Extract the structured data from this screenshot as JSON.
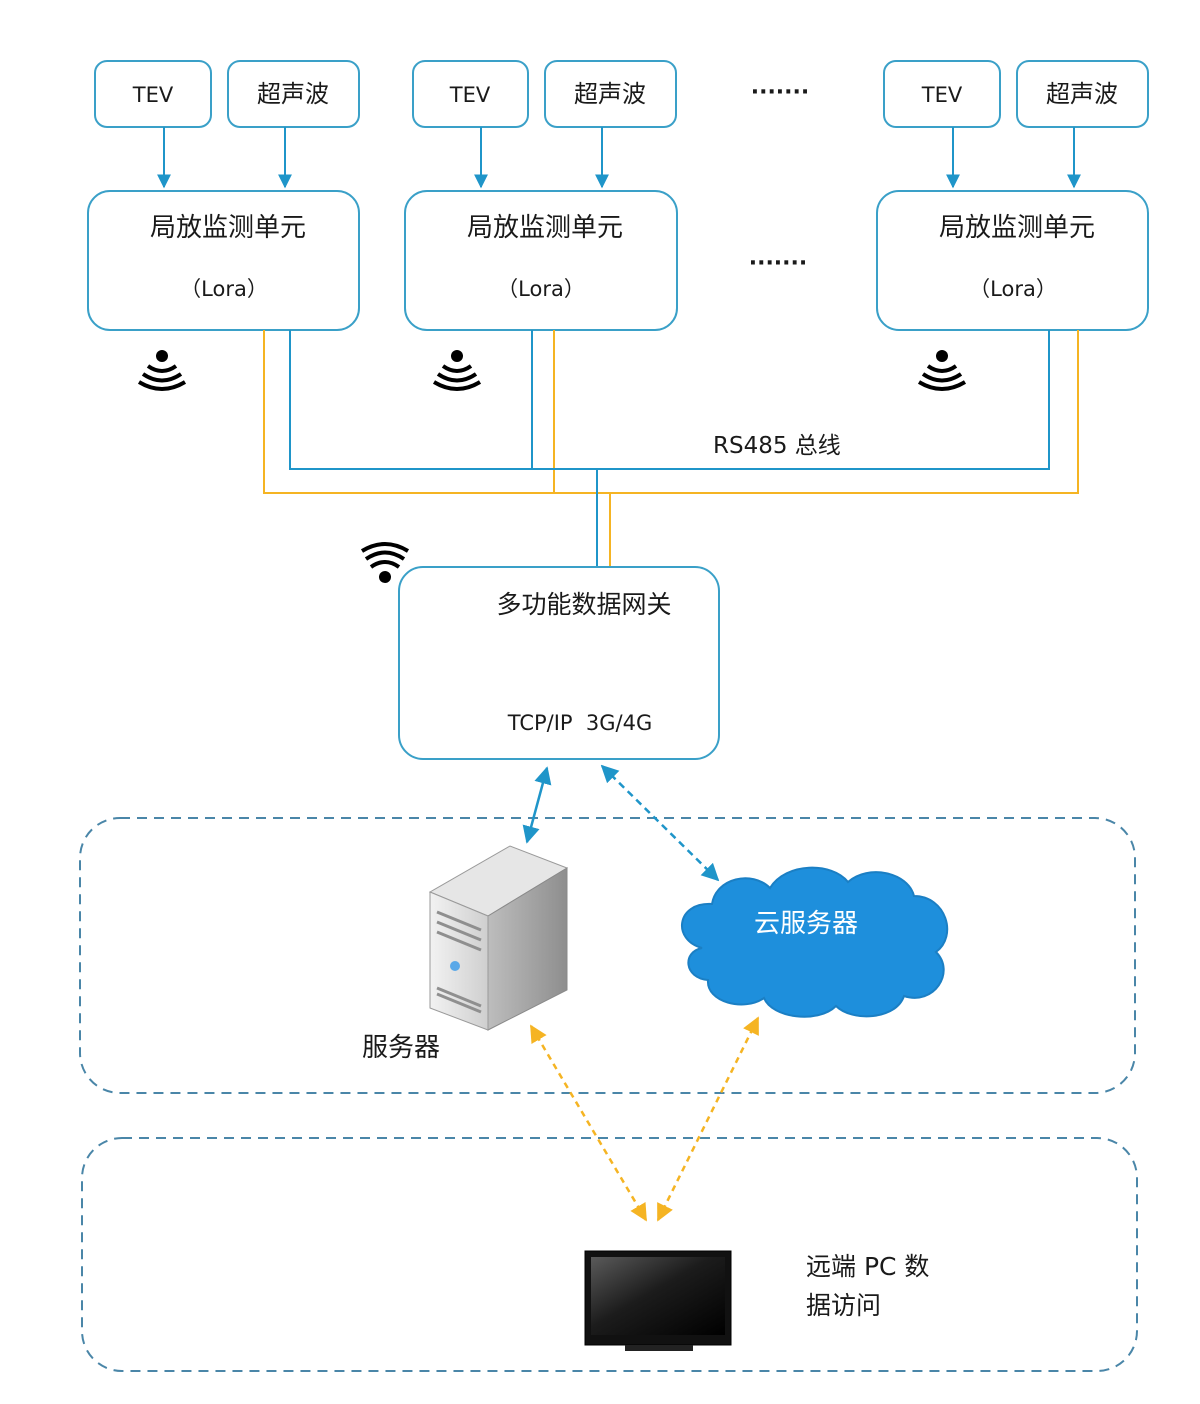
{
  "sensor_groups": [
    {
      "sensor_tev": "TEV",
      "sensor_ultrasonic": "超声波",
      "unit_title": "局放监测单元",
      "unit_protocol": "（Lora）"
    },
    {
      "sensor_tev": "TEV",
      "sensor_ultrasonic": "超声波",
      "unit_title": "局放监测单元",
      "unit_protocol": "（Lora）"
    },
    {
      "sensor_tev": "TEV",
      "sensor_ultrasonic": "超声波",
      "unit_title": "局放监测单元",
      "unit_protocol": "（Lora）"
    }
  ],
  "ellipsis_top": "·······",
  "ellipsis_middle": "·······",
  "bus_label": "RS485 总线",
  "gateway": {
    "title": "多功能数据网关",
    "protocols": "TCP/IP  3G/4G"
  },
  "server_label": "服务器",
  "cloud_label": "云服务器",
  "pc_label_line1": "远端 PC 数",
  "pc_label_line2": "据访问",
  "colors": {
    "box_border": "#3aa0c8",
    "blue_line": "#1f95c9",
    "yellow_line": "#f5b423",
    "dashed_region": "#4a86a8",
    "cloud_fill": "#1e8fdc",
    "cloud_text": "#ffffff"
  },
  "icons": {
    "wireless": "wireless-signal-icon",
    "server": "server-tower-icon",
    "cloud": "cloud-icon",
    "monitor": "monitor-icon"
  }
}
